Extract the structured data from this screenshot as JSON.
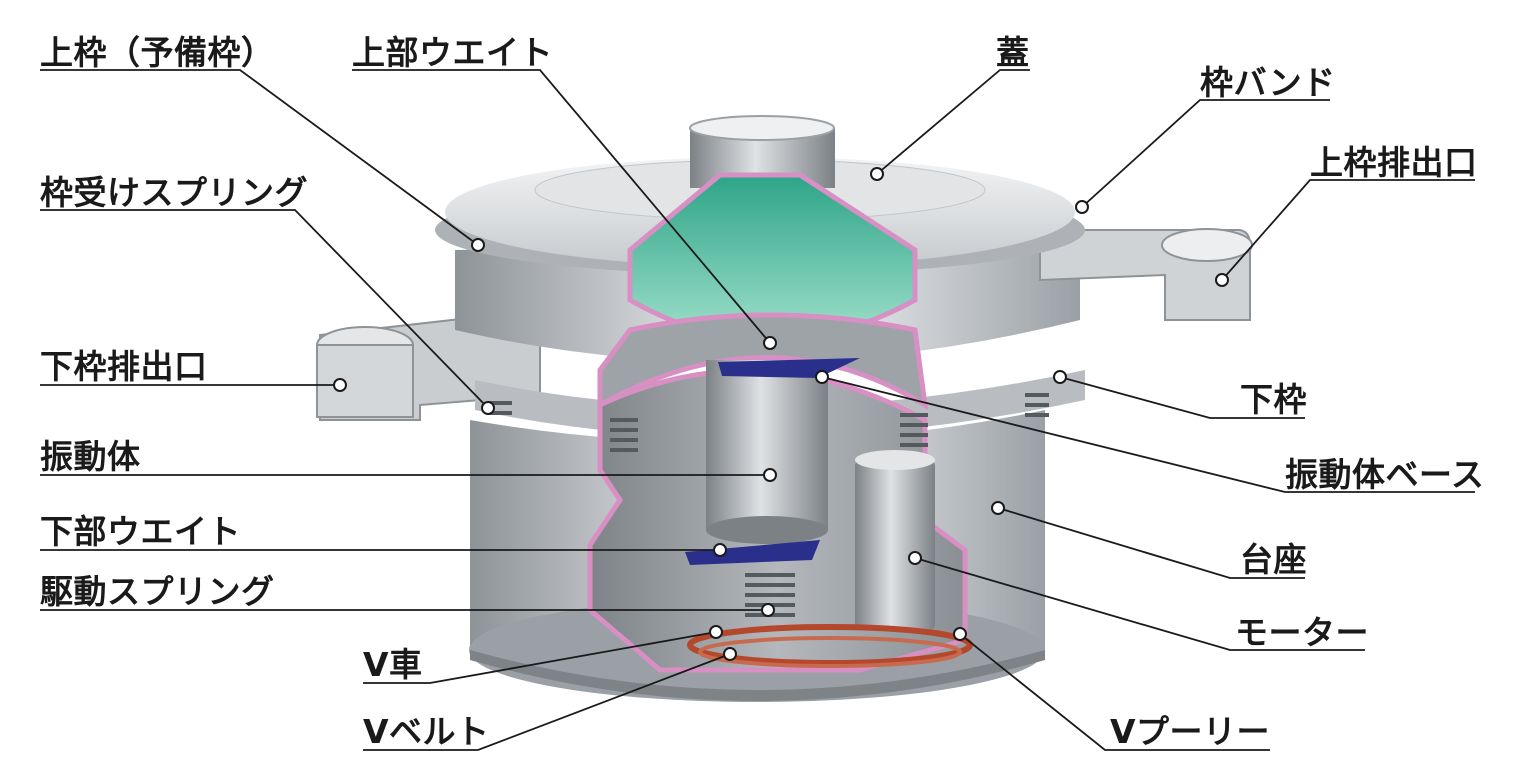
{
  "labels": {
    "top_frame": "上枠（予備枠）",
    "upper_weight": "上部ウエイト",
    "lid": "蓋",
    "frame_band": "枠バンド",
    "upper_outlet": "上枠排出口",
    "frame_spring": "枠受けスプリング",
    "lower_outlet": "下枠排出口",
    "lower_frame": "下枠",
    "vibrating_body": "振動体",
    "vibrating_base": "振動体ベース",
    "lower_weight": "下部ウエイト",
    "base": "台座",
    "drive_spring": "駆動スプリング",
    "motor": "モーター",
    "v_wheel": "V車",
    "v_belt": "Vベルト",
    "v_pulley": "Vプーリー"
  },
  "colors": {
    "metal_light": "#e6e8ea",
    "metal_mid": "#b9bdc1",
    "metal_dark": "#8e9398",
    "cutaway_edge": "#d88fc3",
    "screen_green": "#3fb79a",
    "weight_blue": "#2a2f8c",
    "belt_red": "#b5482c",
    "leader_line": "#1a1a1a"
  }
}
